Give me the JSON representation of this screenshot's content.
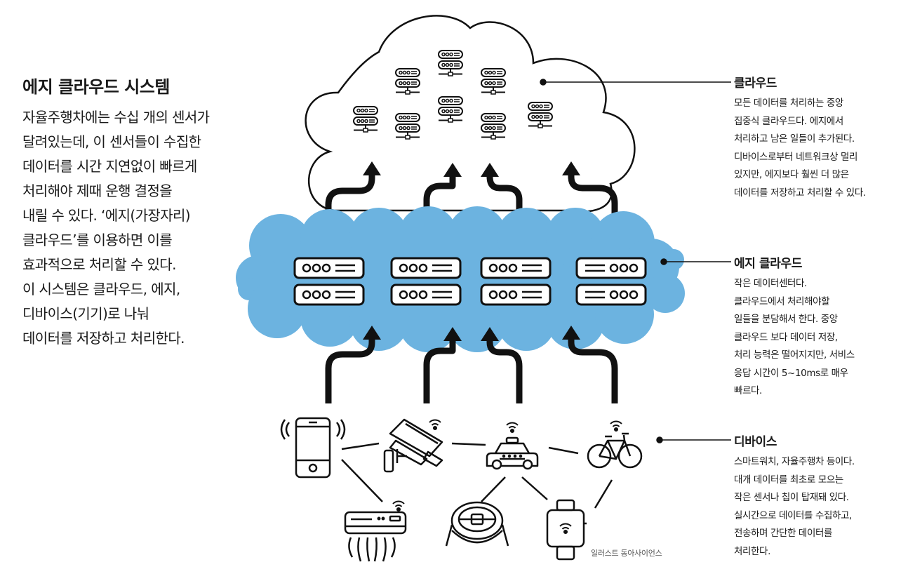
{
  "title": "에지 클라우드 시스템",
  "intro_lines": [
    "자율주행차에는 수십 개의 센서가",
    "달려있는데, 이 센서들이 수집한",
    "데이터를 시간 지연없이 빠르게",
    "처리해야 제때 운행 결정을",
    "내릴 수 있다. ‘에지(가장자리)",
    "클라우드’를 이용하면 이를",
    "효과적으로 처리할 수 있다.",
    "이 시스템은 클라우드, 에지,",
    "디바이스(기기)로 나눠",
    "데이터를 저장하고 처리한다."
  ],
  "cloud": {
    "heading": "클라우드",
    "lines": [
      "모든 데이터를 처리하는 중앙",
      "집중식 클라우드다. 에지에서",
      "처리하고 남은 일들이 추가된다.",
      "디바이스로부터 네트워크상 멀리",
      "있지만, 에지보다 훨씬 더 많은",
      "데이터를 저장하고 처리할 수 있다."
    ]
  },
  "edge": {
    "heading": "에지 클라우드",
    "lines": [
      "작은 데이터센터다.",
      "클라우드에서 처리해야할",
      "일들을 분담해서 한다. 중앙",
      "클라우드 보다 데이터 저장,",
      "처리 능력은 떨어지지만, 서비스",
      "응답 시간이 5~10ms로 매우",
      "빠르다."
    ]
  },
  "device": {
    "heading": "디바이스",
    "lines": [
      "스마트워치, 자율주행차 등이다.",
      "대개 데이터를 최초로 모으는",
      "작은 센서나 칩이 탑재돼 있다.",
      "실시간으로 데이터를 수집하고,",
      "전송하며 간단한 데이터를",
      "처리한다."
    ]
  },
  "credit": "일러스트 동아사이언스",
  "icons": [
    "server-icon",
    "smartphone-icon",
    "security-camera-icon",
    "taxi-icon",
    "bicycle-icon",
    "air-conditioner-icon",
    "robot-vacuum-icon",
    "smartwatch-icon",
    "wifi-icon",
    "arrow-up-icon"
  ],
  "colors": {
    "edge_fill": "#6cb3e0",
    "ink": "#111111",
    "text": "#1a1a1a",
    "credit": "#555555"
  }
}
